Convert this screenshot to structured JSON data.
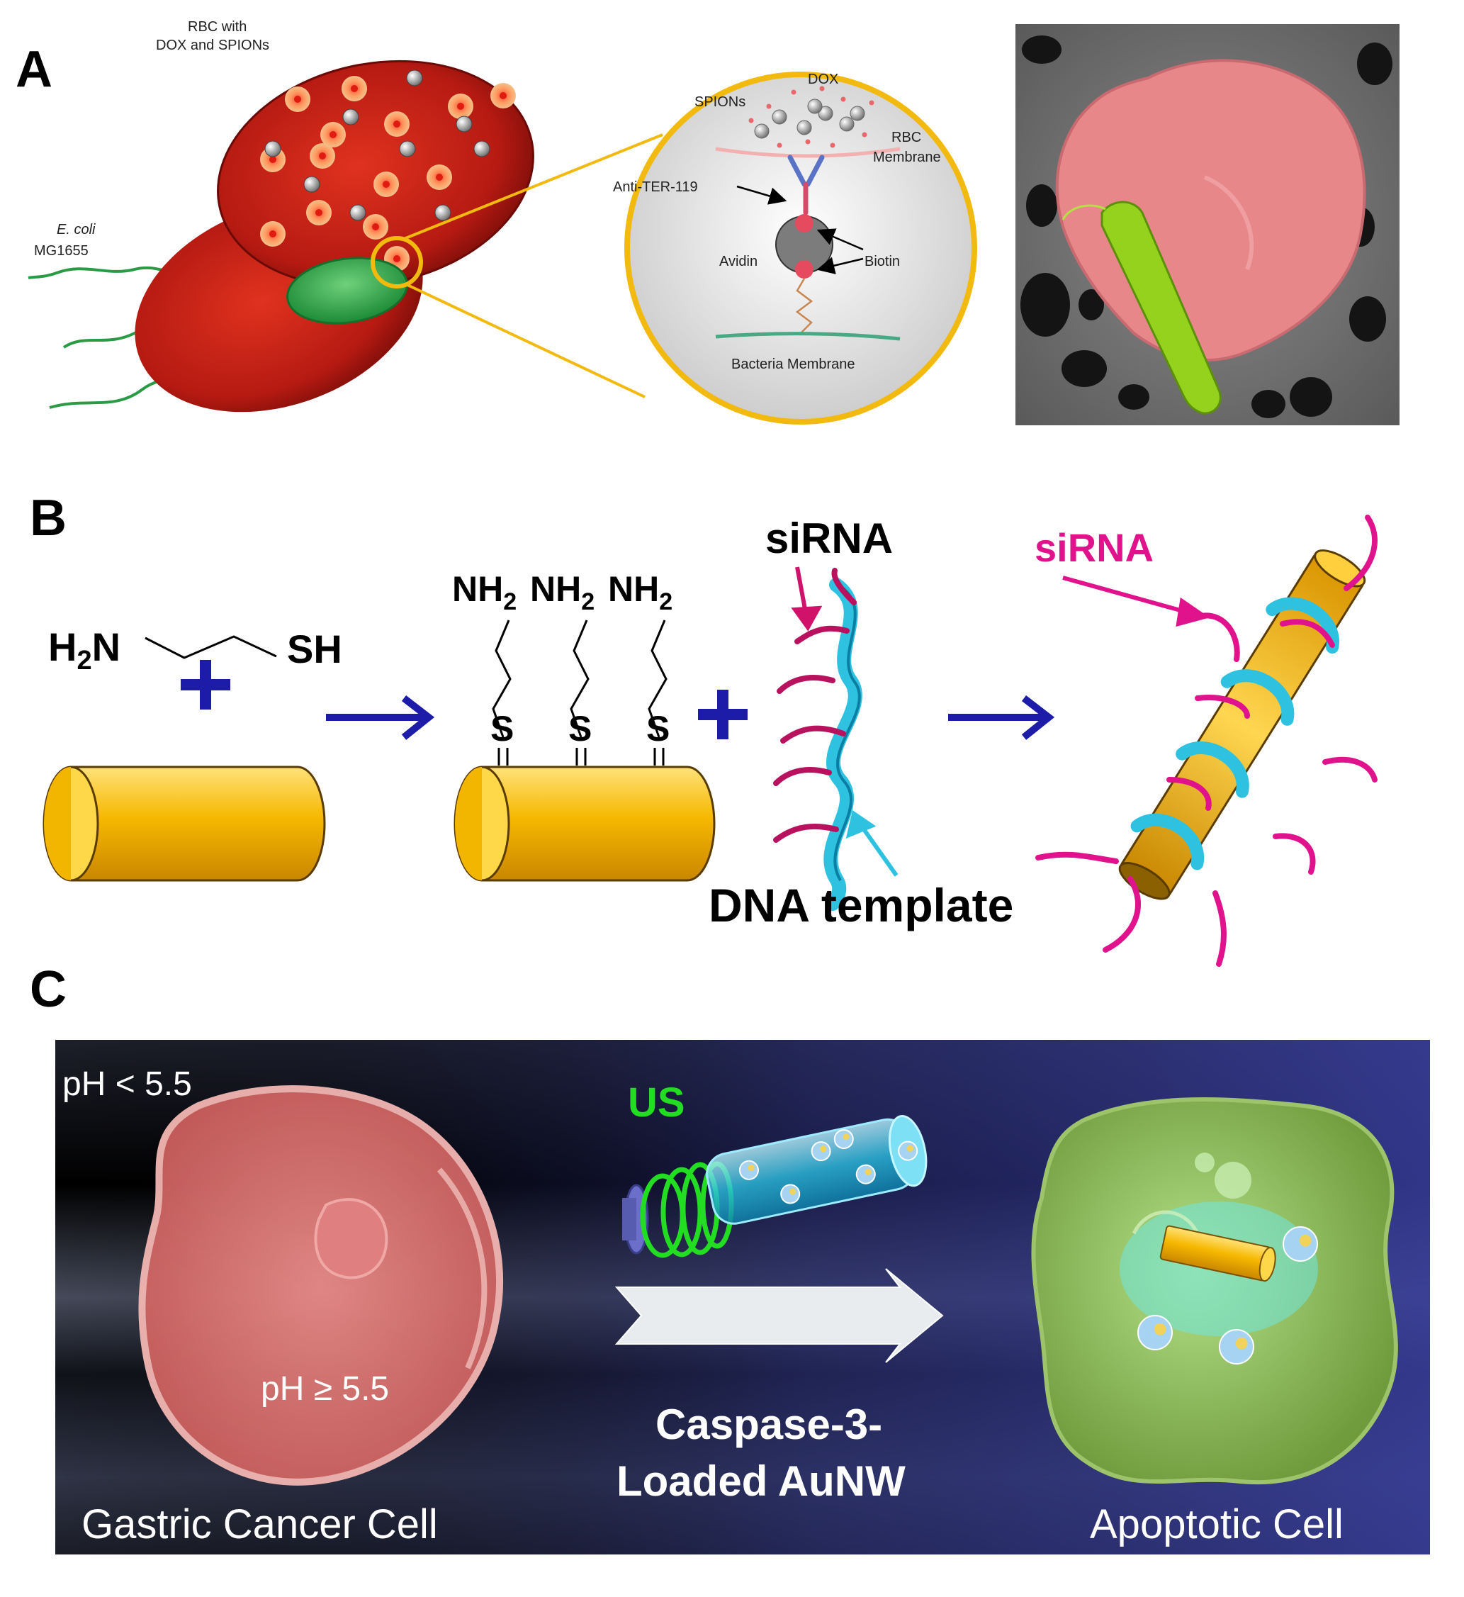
{
  "panels": {
    "a": {
      "letter": "A",
      "rbc_label_1": "RBC with",
      "rbc_label_2": "DOX and SPIONs",
      "ecoli_label_1": "E. coli",
      "ecoli_label_2": "MG1655",
      "inset": {
        "dox": "DOX",
        "spions": "SPIONs",
        "rbc_membrane_1": "RBC",
        "rbc_membrane_2": "Membrane",
        "antibody": "Anti-TER-119",
        "avidin": "Avidin",
        "biotin": "Biotin",
        "bacteria_membrane": "Bacteria Membrane"
      }
    },
    "b": {
      "letter": "B",
      "h2n": "H",
      "h2n_sub": "2",
      "h2n_n": "N",
      "sh": "SH",
      "nh": "NH",
      "nh_sub": "2",
      "s": "S",
      "sirna_1": "siRNA",
      "sirna_2": "siRNA",
      "dna_template": "DNA template"
    },
    "c": {
      "letter": "C",
      "ph_outer": "pH < 5.5",
      "ph_inner": "pH ≥ 5.5",
      "us": "US",
      "caspase_1": "Caspase-3-",
      "caspase_2": "Loaded AuNW",
      "gastric": "Gastric Cancer Cell",
      "apoptotic": "Apoptotic Cell"
    }
  },
  "colors": {
    "rbc": "#c81e14",
    "ecoli": "#2fa24a",
    "gold": "#f3b200",
    "cyan": "#2fc2e0",
    "magenta": "#e0138c",
    "arrow": "#1c1ca8",
    "us_green": "#22dd22"
  }
}
